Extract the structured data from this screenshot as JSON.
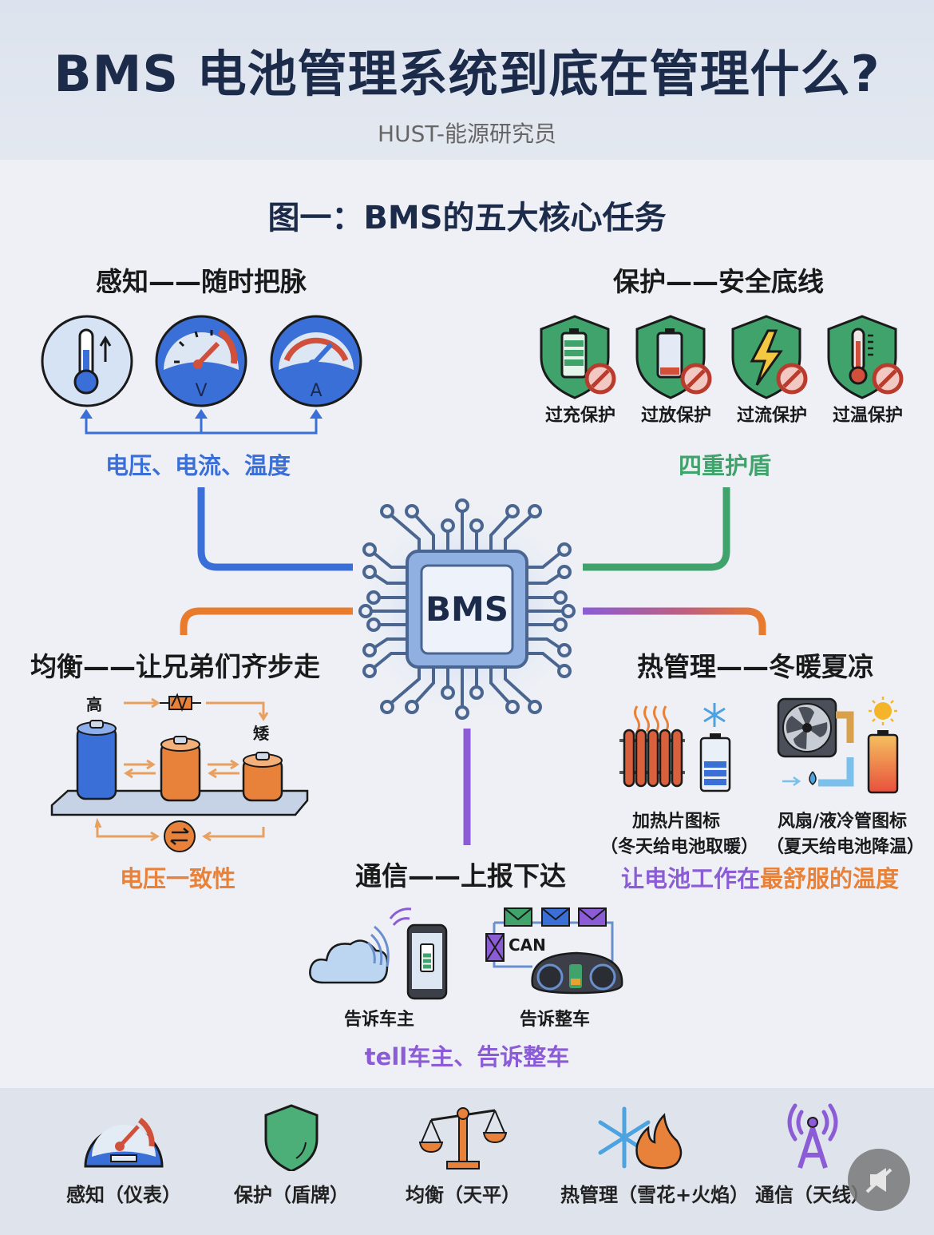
{
  "header": {
    "title": "BMS 电池管理系统到底在管理什么?",
    "subtitle": "HUST-能源研究员"
  },
  "figure_title": "图一：BMS的五大核心任务",
  "center_chip": {
    "label": "BMS"
  },
  "colors": {
    "sensing": "#3b6fd8",
    "protection": "#3fa36b",
    "balancing": "#e87b2c",
    "thermal_purple": "#8b5cd6",
    "thermal_orange": "#e8823a",
    "communication": "#8b5cd6",
    "title_navy": "#1c2b4a"
  },
  "sections": {
    "sensing": {
      "title": "感知——随时把脉",
      "icons": [
        "thermometer-icon",
        "voltmeter-icon",
        "ammeter-icon"
      ],
      "gauge_letters": [
        "V",
        "A"
      ],
      "summary": "电压、电流、温度"
    },
    "protection": {
      "title": "保护——安全底线",
      "items": [
        {
          "label": "过充保护",
          "icon": "full-battery-shield-icon"
        },
        {
          "label": "过放保护",
          "icon": "empty-battery-shield-icon"
        },
        {
          "label": "过流保护",
          "icon": "lightning-shield-icon"
        },
        {
          "label": "过温保护",
          "icon": "thermometer-shield-icon"
        }
      ],
      "summary": "四重护盾"
    },
    "balancing": {
      "title": "均衡——让兄弟们齐步走",
      "high_label": "高",
      "low_label": "矮",
      "summary": "电压一致性"
    },
    "thermal": {
      "title": "热管理——冬暖夏凉",
      "items": [
        {
          "label": "加热片图标",
          "note": "（冬天给电池取暖）"
        },
        {
          "label": "风扇/液冷管图标",
          "note": "（夏天给电池降温）"
        }
      ],
      "summary_part1": "让电池工作在",
      "summary_part2": "最舒服的温度"
    },
    "communication": {
      "title": "通信——上报下达",
      "items": [
        {
          "label": "告诉车主"
        },
        {
          "label": "告诉整车"
        }
      ],
      "can_label": "CAN",
      "summary": "tell车主、告诉整车"
    }
  },
  "footer": {
    "items": [
      {
        "label": "感知（仪表）",
        "icon": "gauge-icon"
      },
      {
        "label": "保护（盾牌）",
        "icon": "shield-icon"
      },
      {
        "label": "均衡（天平）",
        "icon": "scale-icon"
      },
      {
        "label": "热管理（雪花+火焰）",
        "icon": "snowflake-flame-icon"
      },
      {
        "label": "通信（天线）",
        "icon": "antenna-icon"
      }
    ]
  }
}
